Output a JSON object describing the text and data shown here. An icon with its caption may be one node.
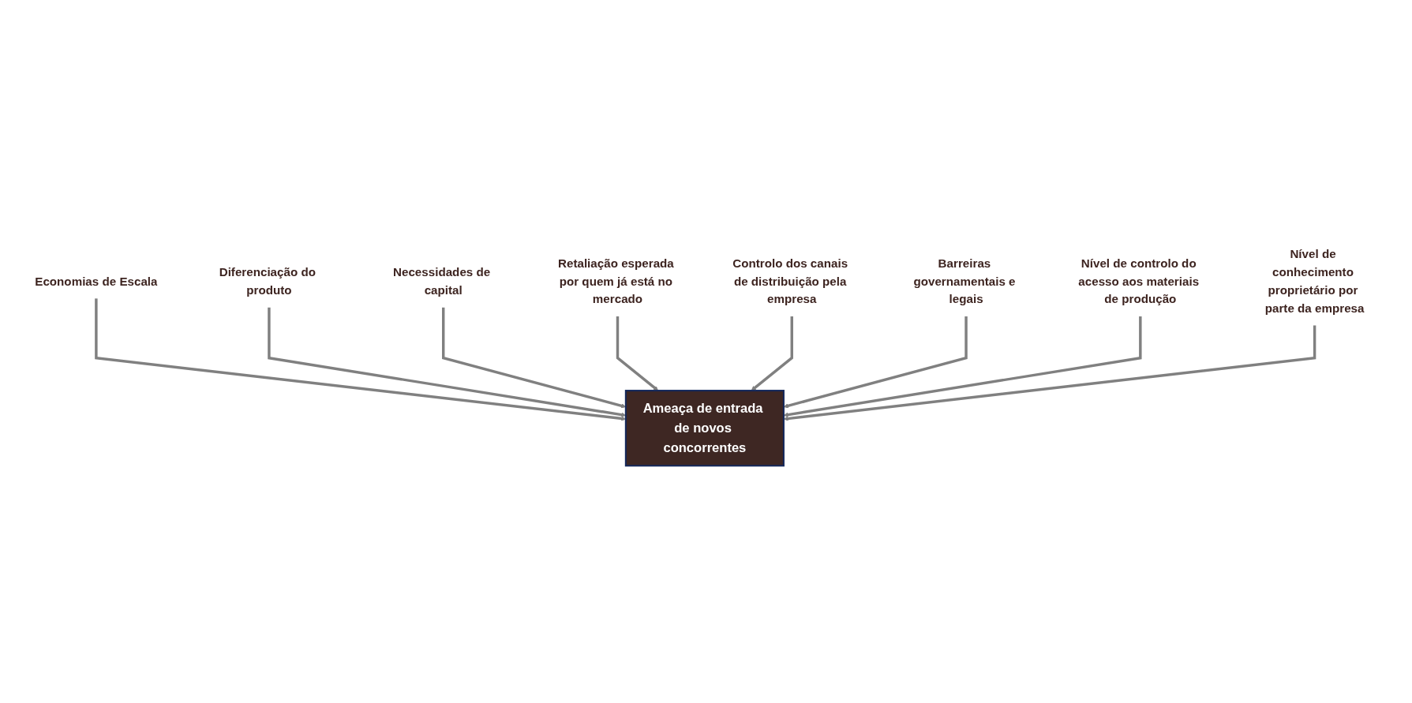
{
  "diagram": {
    "nodes": [
      {
        "text": [
          "Ameaça de entrada de novos concorrentes"
        ]
      },
      {
        "text": [
          "Economias de Escala"
        ]
      },
      {
        "text": [
          "Diferenciação do produto"
        ]
      },
      {
        "text": [
          "Necessidades de capital"
        ]
      },
      {
        "text": [
          "Retaliação esperada por quem já está no mercado"
        ]
      },
      {
        "text": [
          "Controlo dos canais de distribuição pela empresa"
        ]
      },
      {
        "text": [
          "Barreiras governamentais e legais"
        ]
      },
      {
        "text": [
          "Nível de controlo do acesso aos materiais de produção"
        ]
      },
      {
        "text": [
          "Nível de conhecimento proprietário por parte da empresa"
        ]
      }
    ],
    "edges": [
      {
        "from": 1,
        "to": 0,
        "arrow": "to"
      },
      {
        "from": 2,
        "to": 0,
        "arrow": "to"
      },
      {
        "from": 3,
        "to": 0,
        "arrow": "to"
      },
      {
        "from": 4,
        "to": 0,
        "arrow": "to"
      },
      {
        "from": 5,
        "to": 0,
        "arrow": "to"
      },
      {
        "from": 6,
        "to": 0,
        "arrow": "to"
      },
      {
        "from": 7,
        "to": 0,
        "arrow": "to"
      },
      {
        "from": 8,
        "to": 0,
        "arrow": "to"
      }
    ]
  }
}
